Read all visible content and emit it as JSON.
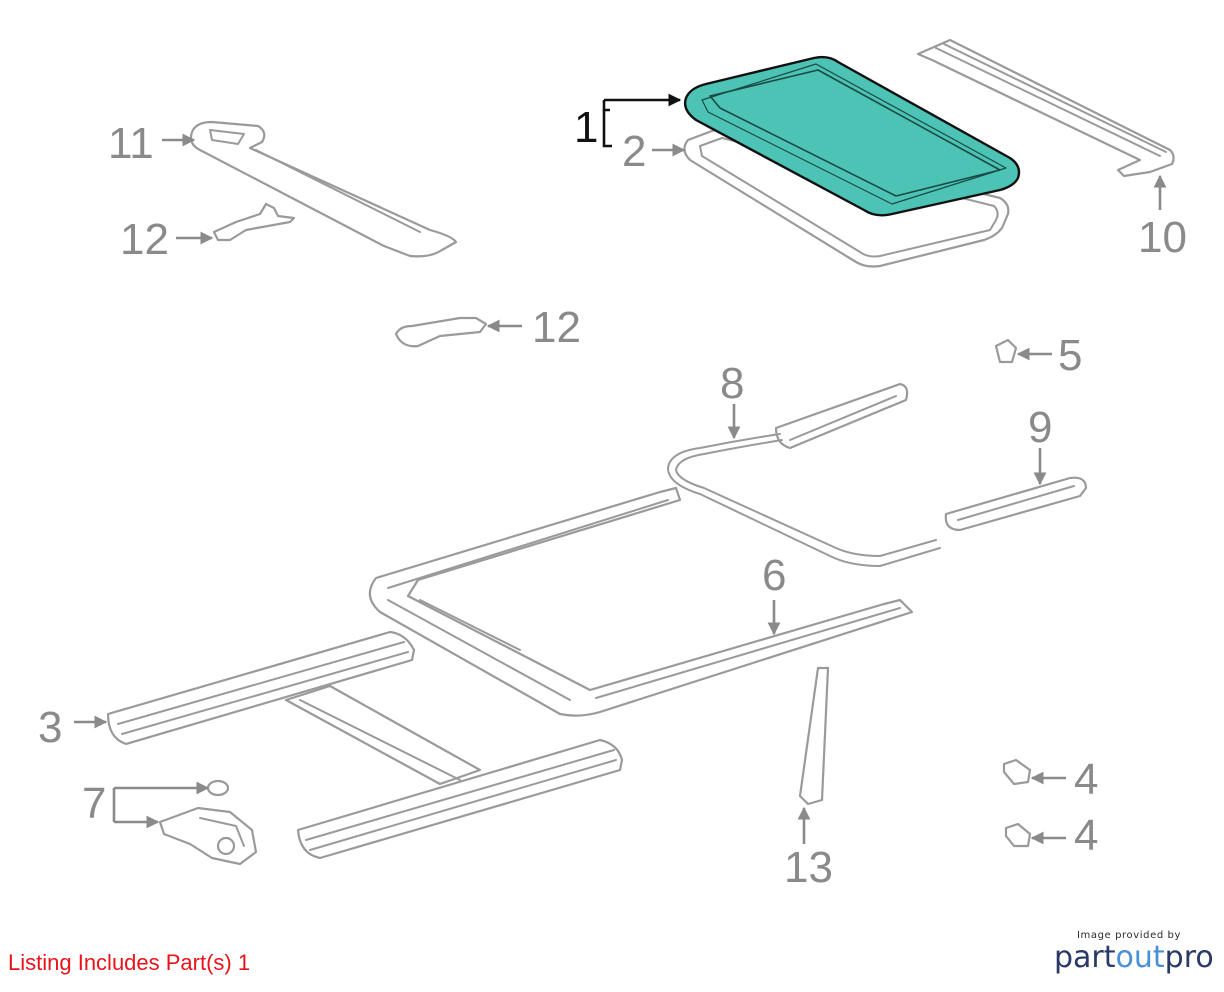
{
  "callouts": {
    "c1": "1",
    "c2": "2",
    "c3": "3",
    "c4a": "4",
    "c4b": "4",
    "c5": "5",
    "c6": "6",
    "c7": "7",
    "c8": "8",
    "c9": "9",
    "c10": "10",
    "c11": "11",
    "c12a": "12",
    "c12b": "12",
    "c13": "13"
  },
  "footer": {
    "note": "Listing Includes Part(s) 1",
    "credit_small": "Image provided by",
    "brand_part": "part",
    "brand_out": "out",
    "brand_pro": "pro"
  },
  "colors": {
    "highlight_fill": "#4dc3b5",
    "part_stroke": "#9a9a9a",
    "callout_text": "#8a8a8a",
    "note_text": "#e8141a",
    "brand_dark": "#2a3966",
    "brand_light": "#4a90d6"
  }
}
